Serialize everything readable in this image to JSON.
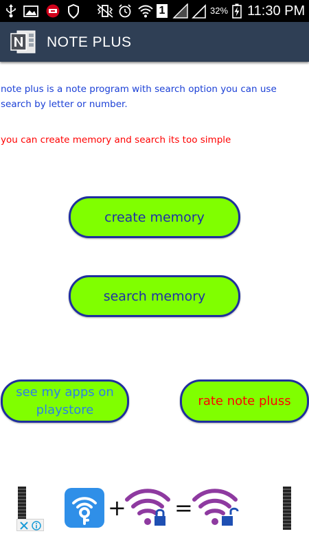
{
  "status_bar": {
    "battery_percent": "32%",
    "signal_badge": "1",
    "time": "11:30 PM",
    "icons": [
      "usb-icon",
      "gallery-icon",
      "notification-app-icon",
      "sync-icon",
      "vibrate-icon",
      "alarm-icon",
      "wifi-icon",
      "signal-icon",
      "battery-icon"
    ]
  },
  "action_bar": {
    "title": "NOTE PLUS",
    "icon": "onenote-icon",
    "background": "#2f3f55"
  },
  "content": {
    "description": "note plus is a note program with search option you can use search by letter or number.",
    "tagline": "you can create memory and search its too simple"
  },
  "buttons": {
    "create": "create memory",
    "search": "search memory",
    "apps": "see my apps on playstore",
    "rate": "rate note pluss"
  },
  "ad": {
    "icons": [
      "wifi-key-icon",
      "plus-icon",
      "locked-wifi-icon",
      "equals-icon",
      "unlocked-wifi-icon"
    ],
    "plus_symbol": "+",
    "equals_symbol": "=",
    "controls": [
      "close-x-icon",
      "info-icon"
    ]
  },
  "colors": {
    "button_fill": "#80ff00",
    "button_border": "#1e2e9e",
    "blue_text": "#1a3fd6",
    "red_text": "#ff0000",
    "apps_text": "#2b80e6"
  }
}
